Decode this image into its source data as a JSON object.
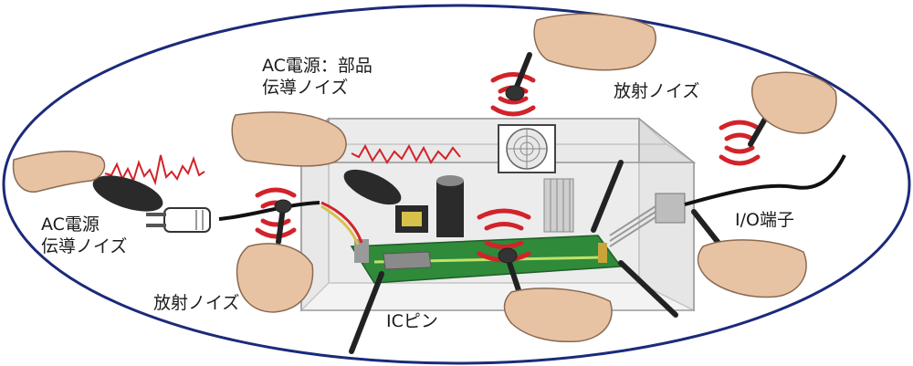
{
  "colors": {
    "ellipse_stroke": "#1b2a7a",
    "hand_skin": "#e8c3a3",
    "probe_body": "#333333",
    "pcb": "#2f8a3a",
    "pcb_trace": "#bfe36a",
    "radiation": "#d2232a",
    "enclosure": "#d8d8d8",
    "noise_wave": "#d2232a"
  },
  "labels": {
    "ac_part_line1": "AC電源：部品",
    "ac_part_line2": "伝導ノイズ",
    "radiated_top": "放射ノイズ",
    "ac_power_line1": "AC電源",
    "ac_power_line2": "伝導ノイズ",
    "io_terminal": "I/O端子",
    "radiated_bottom": "放射ノイズ",
    "ic_pin": "ICピン"
  },
  "icons": {
    "hand": "hand-icon",
    "probe": "probe-icon",
    "plug": "ac-plug-icon",
    "fan": "fan-icon",
    "radiation": "radiation-waves-icon"
  }
}
